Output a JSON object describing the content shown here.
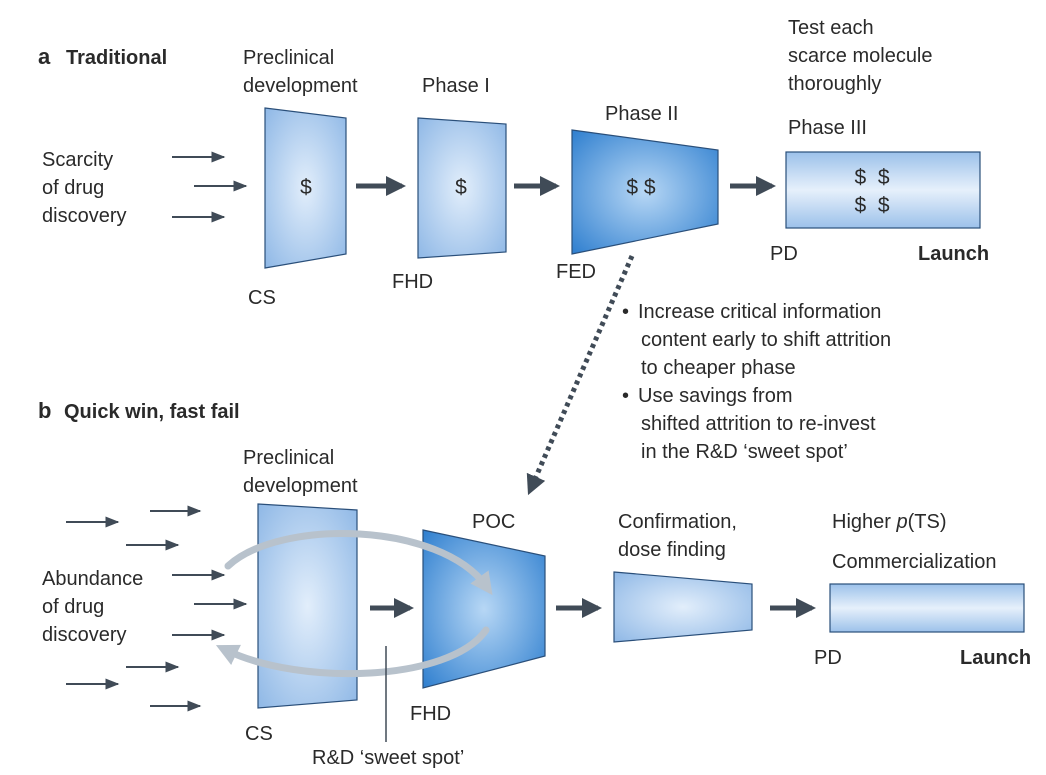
{
  "panel_a": {
    "letter": "a",
    "title": "Traditional",
    "input_label": [
      "Scarcity",
      "of drug",
      "discovery"
    ],
    "stages": {
      "preclinical": {
        "title": [
          "Preclinical",
          "development"
        ],
        "cost": "$"
      },
      "phase1": {
        "title": "Phase I",
        "cost": "$"
      },
      "phase2": {
        "title": "Phase II",
        "cost": "$ $"
      },
      "phase3": {
        "title": "Phase III",
        "cost_line1": "$  $",
        "cost_line2": "$  $"
      }
    },
    "milestones": {
      "cs": "CS",
      "fhd": "FHD",
      "fed": "FED",
      "pd": "PD",
      "launch": "Launch"
    },
    "note": [
      "Test each",
      "scarce molecule",
      "thoroughly"
    ]
  },
  "middle_notes": {
    "bullet1": [
      "Increase critical information",
      "content early to shift attrition",
      "to cheaper phase"
    ],
    "bullet2": [
      "Use savings from",
      "shifted attrition to re-invest",
      "in the R&D ‘sweet spot’"
    ]
  },
  "panel_b": {
    "letter": "b",
    "title": "Quick win, fast fail",
    "input_label": [
      "Abundance",
      "of drug",
      "discovery"
    ],
    "stages": {
      "preclinical": {
        "title": [
          "Preclinical",
          "development"
        ]
      },
      "poc": {
        "title": "POC"
      },
      "confirmation": {
        "title": [
          "Confirmation,",
          "dose finding"
        ]
      },
      "commercial": {
        "title1": "Higher ",
        "title1_italic": "p",
        "title1_end": "(TS)",
        "title2": "Commercialization"
      }
    },
    "milestones": {
      "cs": "CS",
      "fhd": "FHD",
      "pd": "PD",
      "launch": "Launch"
    },
    "sweet_spot": "R&D ‘sweet spot’"
  },
  "colors": {
    "light_box": "#8fb8e6",
    "light_center": "#e2eefb",
    "dark_box": "#2f7fcf",
    "dark_center": "#b7d7f5",
    "border": "#2a4f7a",
    "arrow": "#404b57",
    "loop_arrow": "#b8c2cc"
  }
}
